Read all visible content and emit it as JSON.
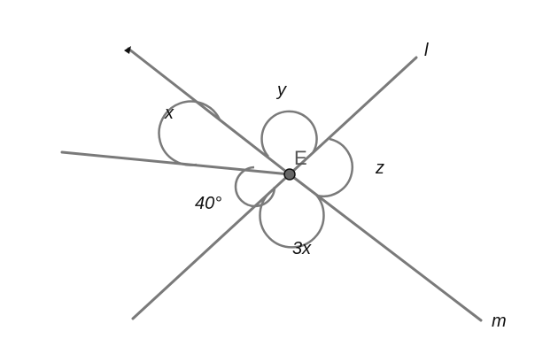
{
  "diagram": {
    "point_label": "E",
    "line_labels": {
      "l": "l",
      "m": "m"
    },
    "angle_labels": {
      "x": "x",
      "y": "y",
      "z": "z",
      "forty": "40°",
      "three_x": "3x"
    },
    "colors": {
      "lines": "#7a7a7a",
      "point_fill": "#666666",
      "text": "#111111"
    }
  }
}
